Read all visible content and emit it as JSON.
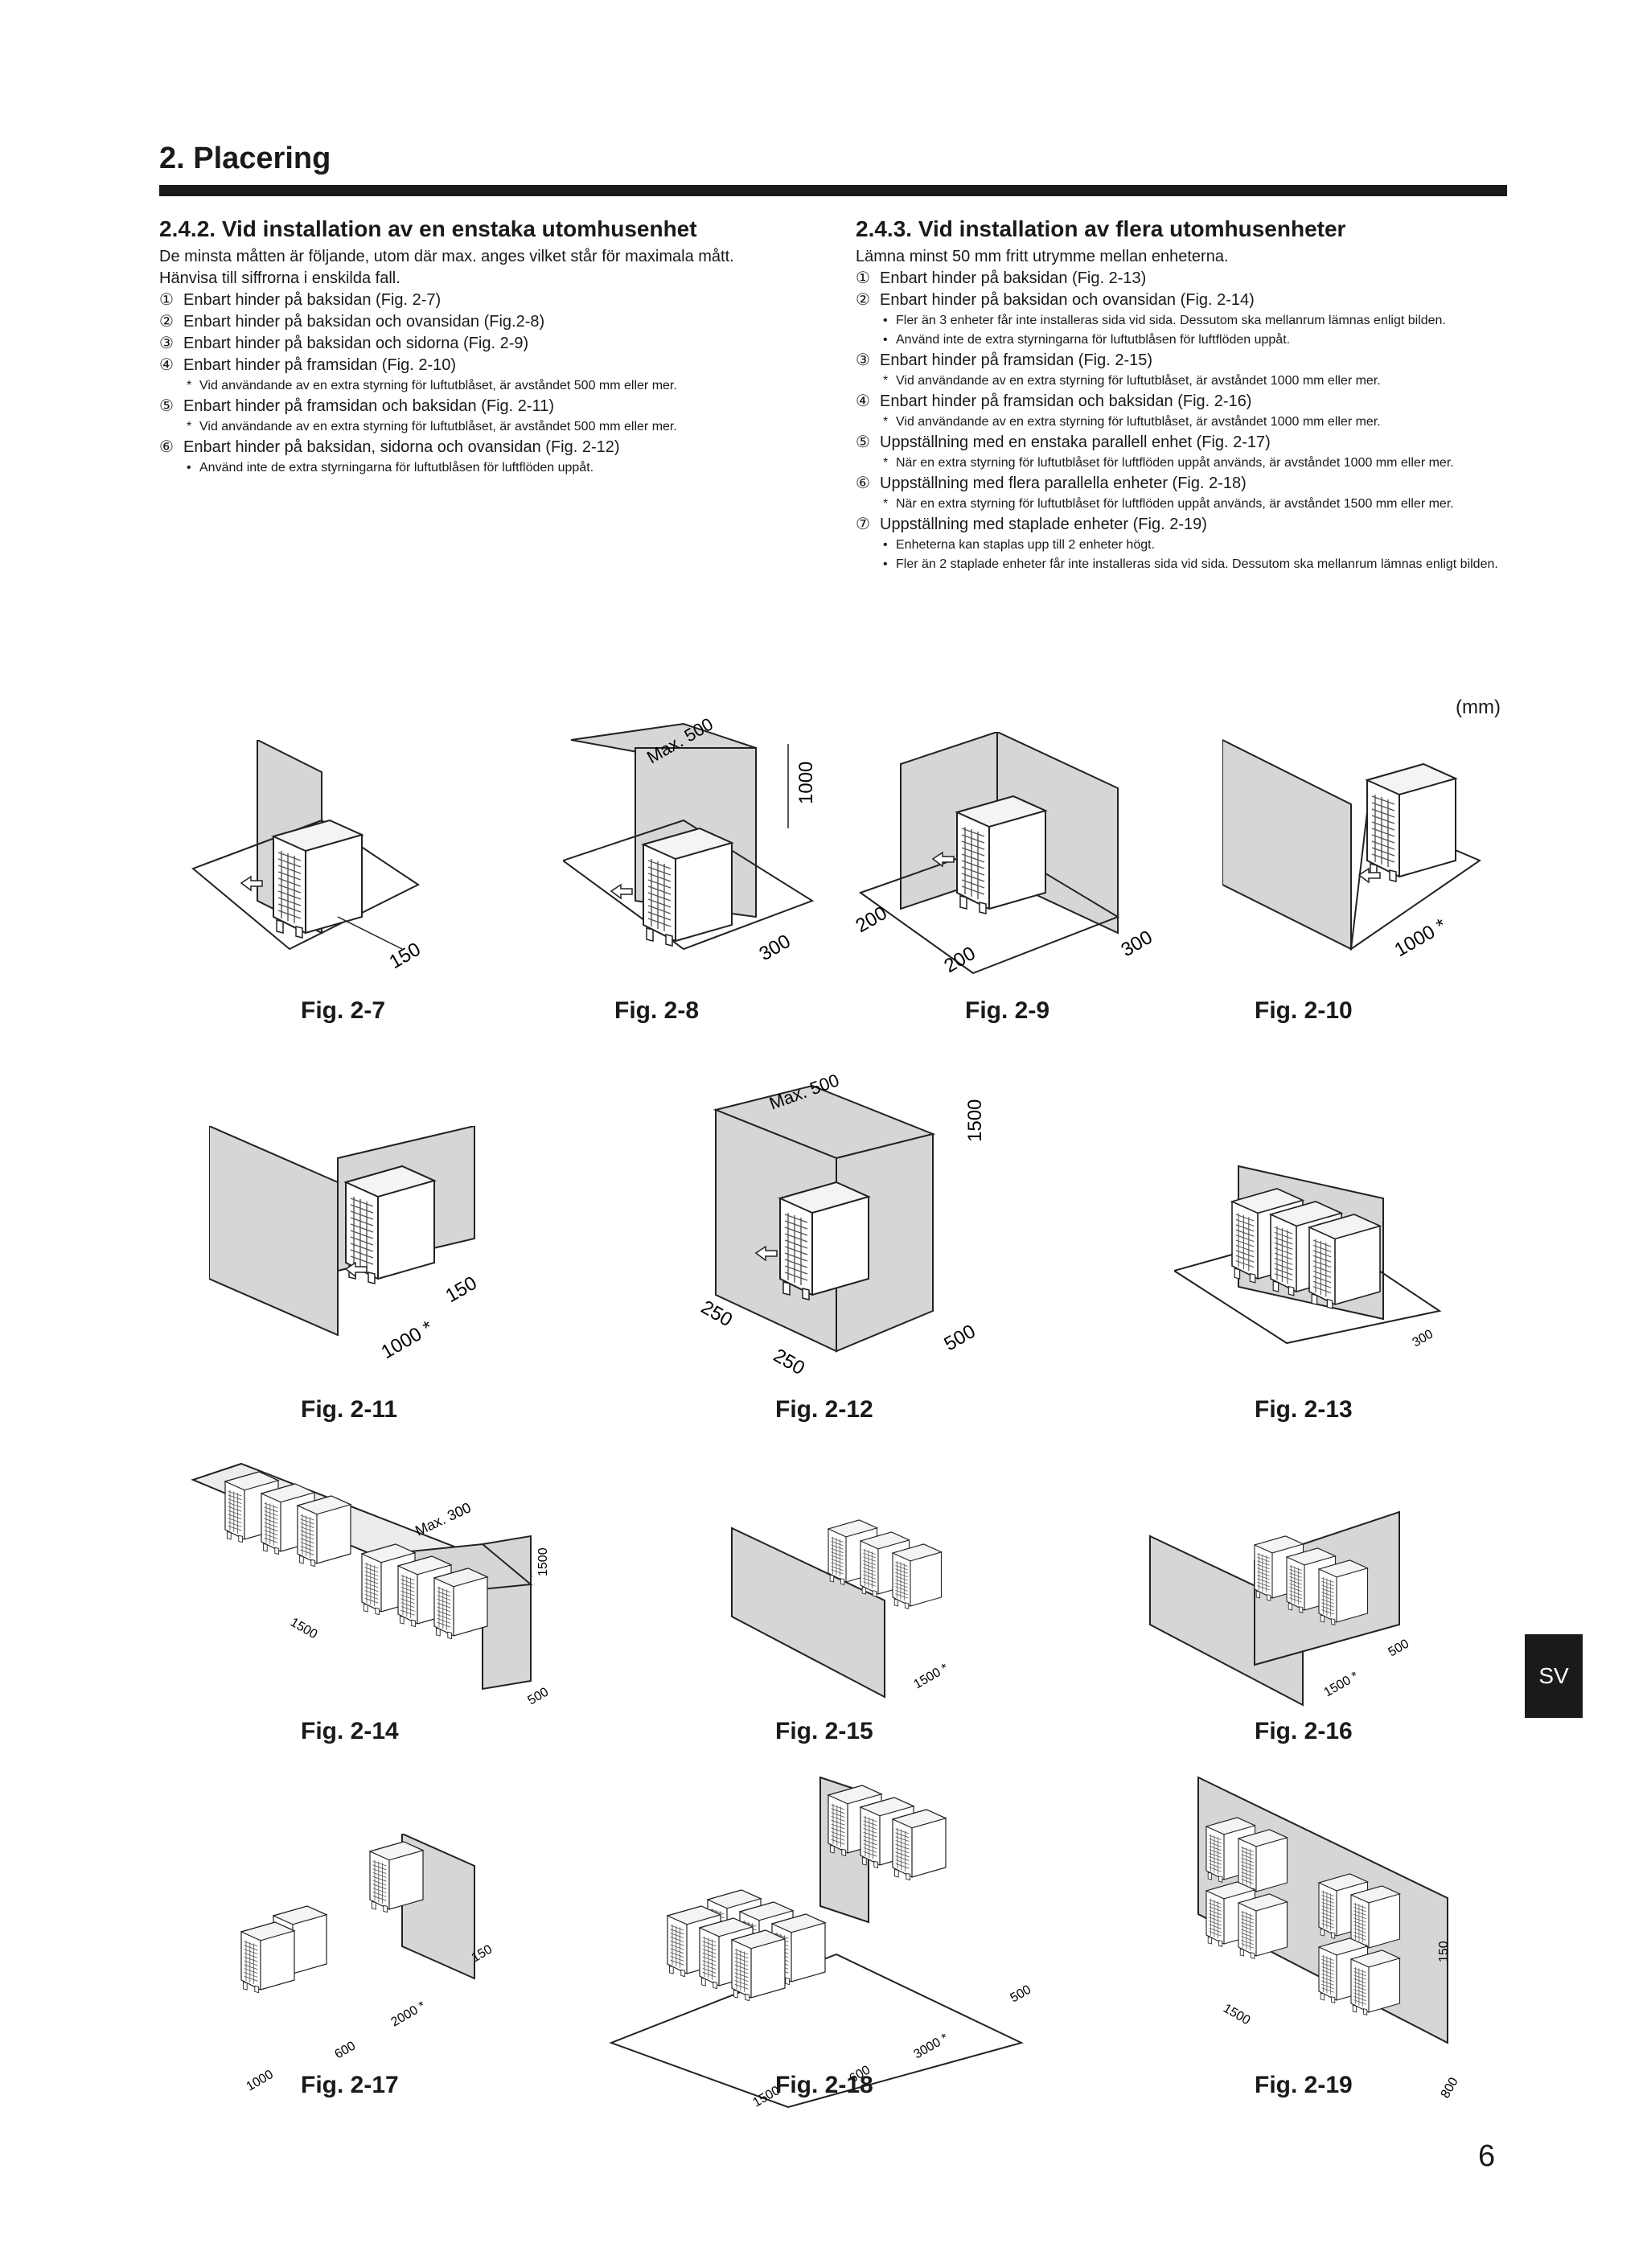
{
  "header": {
    "title": "2. Placering"
  },
  "left": {
    "heading": "2.4.2. Vid installation av en enstaka utomhusenhet",
    "intro1": "De minsta måtten är följande, utom där max. anges vilket står för maximala mått.",
    "intro2": "Hänvisa till siffrorna i enskilda fall.",
    "items": [
      {
        "num": "①",
        "text": "Enbart hinder på baksidan (Fig. 2-7)"
      },
      {
        "num": "②",
        "text": "Enbart hinder på baksidan och ovansidan (Fig.2-8)"
      },
      {
        "num": "③",
        "text": "Enbart hinder på baksidan och sidorna (Fig. 2-9)"
      },
      {
        "num": "④",
        "text": "Enbart hinder på framsidan (Fig. 2-10)"
      },
      {
        "num": "⑤",
        "text": "Enbart hinder på framsidan och baksidan (Fig. 2-11)"
      },
      {
        "num": "⑥",
        "text": "Enbart hinder på baksidan, sidorna och ovansidan (Fig. 2-12)"
      }
    ],
    "note4": "Vid användande av en extra styrning för luftutblåset, är avståndet 500 mm eller mer.",
    "note5": "Vid användande av en extra styrning för luftutblåset, är avståndet 500 mm eller mer.",
    "note6": "Använd inte de extra styrningarna för luftutblåsen för luftflöden uppåt."
  },
  "right": {
    "heading": "2.4.3. Vid installation av flera utomhusenheter",
    "intro": "Lämna minst 50 mm fritt utrymme mellan enheterna.",
    "items": [
      {
        "num": "①",
        "text": "Enbart hinder på baksidan (Fig. 2-13)"
      },
      {
        "num": "②",
        "text": "Enbart hinder på baksidan och ovansidan (Fig. 2-14)"
      },
      {
        "num": "③",
        "text": "Enbart hinder på framsidan (Fig. 2-15)"
      },
      {
        "num": "④",
        "text": "Enbart hinder på framsidan och baksidan (Fig. 2-16)"
      },
      {
        "num": "⑤",
        "text": "Uppställning med en enstaka parallell enhet (Fig. 2-17)"
      },
      {
        "num": "⑥",
        "text": "Uppställning med flera parallella enheter (Fig. 2-18)"
      },
      {
        "num": "⑦",
        "text": "Uppställning med staplade enheter (Fig. 2-19)"
      }
    ],
    "note2a": "Fler än 3 enheter får inte installeras sida vid sida. Dessutom ska mellanrum lämnas enligt bilden.",
    "note2b": "Använd inte de extra styrningarna för luftutblåsen för luftflöden uppåt.",
    "note3": "Vid användande av en extra styrning för luftutblåset, är avståndet 1000 mm eller mer.",
    "note4": "Vid användande av en extra styrning för luftutblåset, är avståndet 1000 mm eller mer.",
    "note5": "När en extra styrning för luftutblåset för luftflöden uppåt används, är avståndet 1000 mm eller mer.",
    "note6": "När en extra styrning för luftutblåset för luftflöden uppåt används, är avståndet 1500 mm eller mer.",
    "note7a": "Enheterna kan staplas upp till 2 enheter högt.",
    "note7b": "Fler än 2 staplade enheter får inte installeras sida vid sida. Dessutom ska mellanrum lämnas enligt bilden."
  },
  "unit_label": "(mm)",
  "figures": {
    "f27": {
      "caption": "Fig. 2-7",
      "d1": "150"
    },
    "f28": {
      "caption": "Fig. 2-8",
      "d1": "Max. 500",
      "d2": "1000",
      "d3": "300"
    },
    "f29": {
      "caption": "Fig. 2-9",
      "d1": "200",
      "d2": "200",
      "d3": "300"
    },
    "f210": {
      "caption": "Fig. 2-10",
      "d1": "1000 *"
    },
    "f211": {
      "caption": "Fig. 2-11",
      "d1": "150",
      "d2": "1000 *"
    },
    "f212": {
      "caption": "Fig. 2-12",
      "d1": "Max. 500",
      "d2": "1500",
      "d3": "250",
      "d4": "250",
      "d5": "500"
    },
    "f213": {
      "caption": "Fig. 2-13",
      "d1": "300"
    },
    "f214": {
      "caption": "Fig. 2-14",
      "d1": "Max. 300",
      "d2": "1500",
      "d3": "1500",
      "d4": "500"
    },
    "f215": {
      "caption": "Fig. 2-15",
      "d1": "1500 *"
    },
    "f216": {
      "caption": "Fig. 2-16",
      "d1": "500",
      "d2": "1500 *"
    },
    "f217": {
      "caption": "Fig. 2-17",
      "d1": "150",
      "d2": "2000 *",
      "d3": "600",
      "d4": "1000"
    },
    "f218": {
      "caption": "Fig. 2-18",
      "d1": "500",
      "d2": "3000 *",
      "d3": "600",
      "d4": "1500"
    },
    "f219": {
      "caption": "Fig. 2-19",
      "d1": "150",
      "d2": "1500",
      "d3": "800"
    }
  },
  "tab": "SV",
  "page_number": "6"
}
